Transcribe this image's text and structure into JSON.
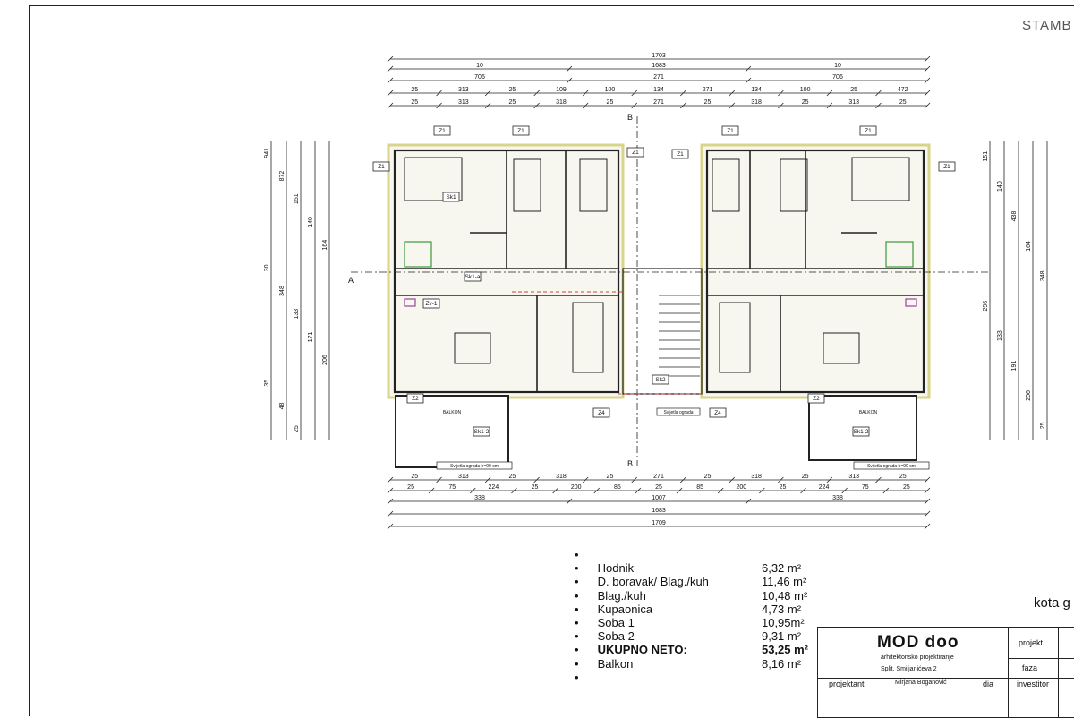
{
  "stamp_text": "STAMB",
  "kota_label": "kota g",
  "dimensions": {
    "top_row1": [
      "1703"
    ],
    "top_row2": [
      "10",
      "1683",
      "10"
    ],
    "top_row3": [
      "706",
      "271",
      "706"
    ],
    "top_row4": [
      "25",
      "313",
      "25",
      "109",
      "100",
      "134",
      "271",
      "134",
      "100",
      "25",
      "472"
    ],
    "top_row5": [
      "25",
      "313",
      "25",
      "318",
      "25",
      "271",
      "25",
      "318",
      "25",
      "313",
      "25"
    ],
    "bottom_row1": [
      "25",
      "313",
      "25",
      "318",
      "25",
      "271",
      "25",
      "318",
      "25",
      "313",
      "25"
    ],
    "bottom_row2": [
      "25",
      "75",
      "224",
      "25",
      "200",
      "85",
      "25",
      "85",
      "200",
      "25",
      "224",
      "75",
      "25"
    ],
    "bottom_row3": [
      "338",
      "1007",
      "338"
    ],
    "bottom_row4": [
      "1683"
    ],
    "bottom_row5": [
      "1709"
    ],
    "left_col": [
      "941",
      "872",
      "151",
      "140",
      "164",
      "30",
      "348",
      "133",
      "171",
      "206",
      "35",
      "48",
      "25"
    ],
    "right_col": [
      "151",
      "140",
      "438",
      "164",
      "348",
      "296",
      "133",
      "191",
      "206",
      "25"
    ]
  },
  "plan_labels": {
    "window": "Z1",
    "window2": "Z2",
    "window3": "Z4",
    "section_b": "B",
    "section_a": "A",
    "balcony_label": "Svijetla ograda h=90 cm",
    "balcony_room": "BALKON",
    "building_edge": "Svijetla ograda",
    "door_tag1": "Sk1",
    "door_tag2": "Sk2",
    "door_tag3": "Sk1-2",
    "door_tag4": "Sk1-a",
    "door_tag5": "Zv-1"
  },
  "areas": [
    {
      "name": "Hodnik",
      "value": "6,32 m²",
      "bold": false
    },
    {
      "name": "D. boravak/ Blag./kuh",
      "value": "11,46 m²",
      "bold": false
    },
    {
      "name": "Blag./kuh",
      "value": "10,48 m²",
      "bold": false
    },
    {
      "name": "Kupaonica",
      "value": "4,73 m²",
      "bold": false
    },
    {
      "name": "Soba 1",
      "value": "10,95m²",
      "bold": false
    },
    {
      "name": "Soba 2",
      "value": "9,31 m²",
      "bold": false
    },
    {
      "name": "UKUPNO NETO:",
      "value": "53,25 m²",
      "bold": true
    },
    {
      "name": "Balkon",
      "value": "8,16 m²",
      "bold": false
    }
  ],
  "title_block": {
    "company": "MOD doo",
    "subtitle": "arhitektonsko projektiranje",
    "address": "Split, Smiljanićeva 2",
    "projekt_label": "projekt",
    "faza_label": "faza",
    "projektant_label": "projektant",
    "projektant_name": "Mirjana Boganović",
    "dia_label": "dia",
    "investitor_label": "investitor"
  },
  "colors": {
    "line": "#222222",
    "wall_fill": "#f7f7ef",
    "outline_yellow": "#d8d48a",
    "red_dash": "#d04040",
    "purple": "#a040a0",
    "green": "#3a9a3a"
  }
}
